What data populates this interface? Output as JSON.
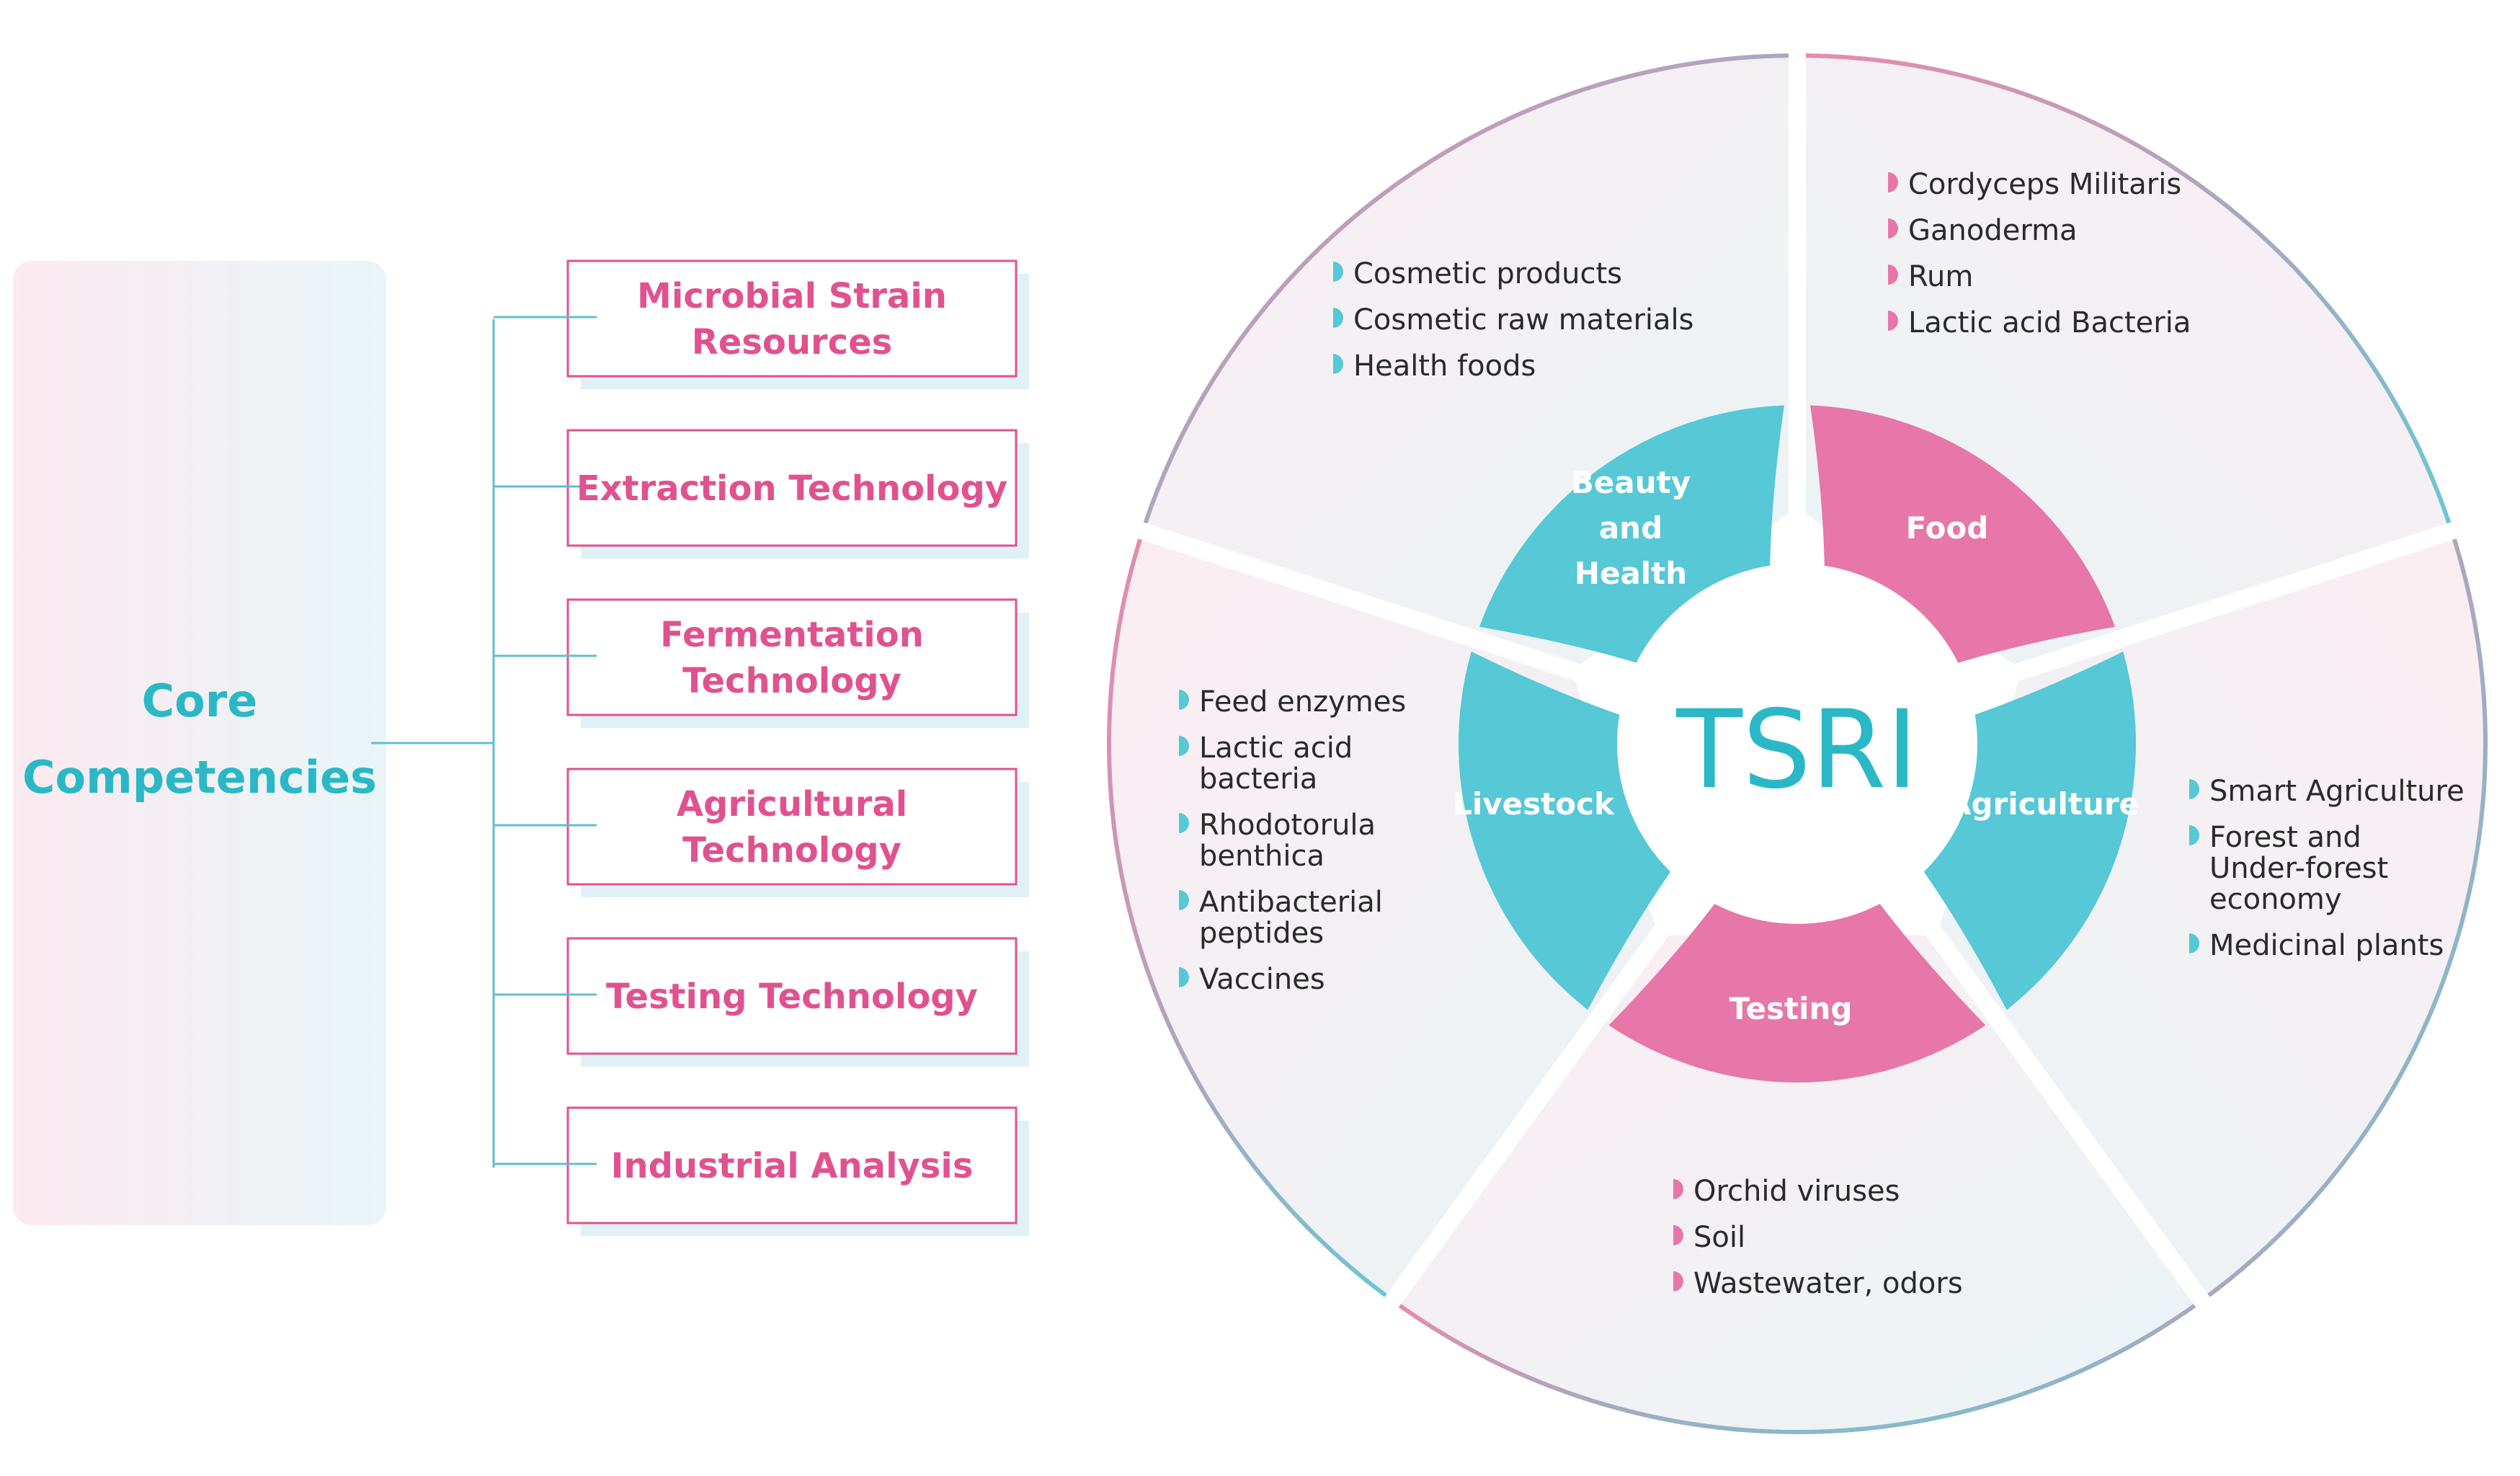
{
  "core": {
    "title_line1": "Core",
    "title_line2": "Competencies"
  },
  "competencies": [
    {
      "lines": [
        "Microbial Strain",
        "Resources"
      ]
    },
    {
      "lines": [
        "Extraction Technology"
      ]
    },
    {
      "lines": [
        "Fermentation",
        "Technology"
      ]
    },
    {
      "lines": [
        "Agricultural",
        "Technology"
      ]
    },
    {
      "lines": [
        "Testing Technology"
      ]
    },
    {
      "lines": [
        "Industrial Analysis"
      ]
    }
  ],
  "center": {
    "title": "TSRI"
  },
  "domains": {
    "beauty": {
      "label_lines": [
        "Beauty",
        "and",
        "Health"
      ],
      "items": [
        [
          "Cosmetic products"
        ],
        [
          "Cosmetic raw materials"
        ],
        [
          "Health foods"
        ]
      ]
    },
    "food": {
      "label_lines": [
        "Food"
      ],
      "items": [
        [
          "Cordyceps Militaris"
        ],
        [
          "Ganoderma"
        ],
        [
          "Rum"
        ],
        [
          "Lactic acid Bacteria"
        ]
      ]
    },
    "agriculture": {
      "label_lines": [
        "Agriculture"
      ],
      "items": [
        [
          "Smart Agriculture"
        ],
        [
          "Forest and",
          "Under-forest",
          "economy"
        ],
        [
          "Medicinal plants"
        ]
      ]
    },
    "testing": {
      "label_lines": [
        "Testing"
      ],
      "items": [
        [
          "Orchid viruses"
        ],
        [
          "Soil"
        ],
        [
          "Wastewater, odors"
        ]
      ]
    },
    "livestock": {
      "label_lines": [
        "Livestock"
      ],
      "items": [
        [
          "Feed enzymes"
        ],
        [
          "Lactic acid",
          "bacteria"
        ],
        [
          "Rhodotorula",
          "benthica"
        ],
        [
          "Antibacterial",
          "peptides"
        ],
        [
          "Vaccines"
        ]
      ]
    }
  },
  "colors": {
    "teal": "#56c8d6",
    "pink": "#e677a8",
    "teal_text": "#2bb8c6",
    "pink_text": "#e0528f"
  }
}
